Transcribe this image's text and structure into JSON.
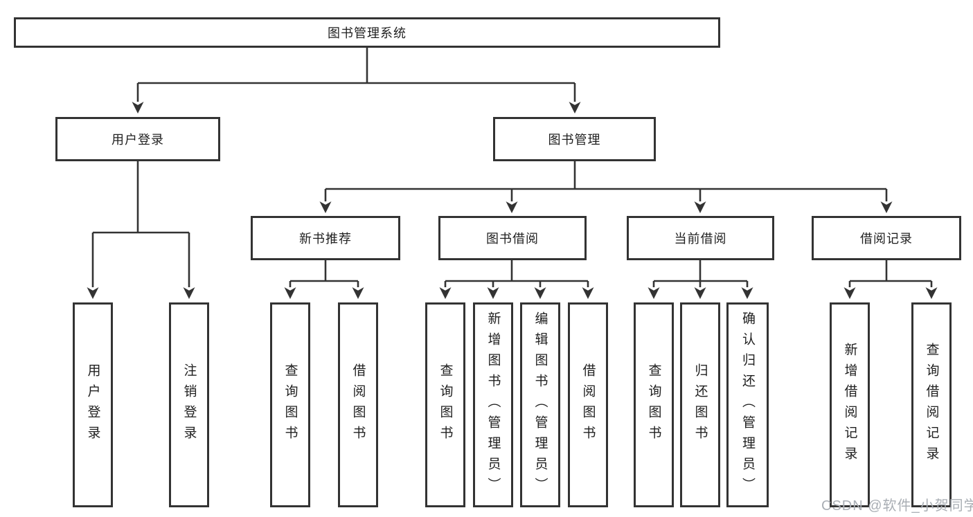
{
  "colors": {
    "line": "#333333",
    "box_border": "#333333",
    "text": "#1f1f1f",
    "watermark": "#a9aeb4",
    "background": "#ffffff"
  },
  "watermark": {
    "text": "CSDN @软件_小贺同学"
  },
  "tree": {
    "root": {
      "label": "图书管理系统"
    },
    "children": [
      {
        "label": "用户登录",
        "children": [
          {
            "label": "用户登录"
          },
          {
            "label": "注销登录"
          }
        ]
      },
      {
        "label": "图书管理",
        "children": [
          {
            "label": "新书推荐",
            "children": [
              {
                "label": "查询图书"
              },
              {
                "label": "借阅图书"
              }
            ]
          },
          {
            "label": "图书借阅",
            "children": [
              {
                "label": "查询图书"
              },
              {
                "label": "新增图书（管理员）"
              },
              {
                "label": "编辑图书（管理员）"
              },
              {
                "label": "借阅图书"
              }
            ]
          },
          {
            "label": "当前借阅",
            "children": [
              {
                "label": "查询图书"
              },
              {
                "label": "归还图书"
              },
              {
                "label": "确认归还（管理员）"
              }
            ]
          },
          {
            "label": "借阅记录",
            "children": [
              {
                "label": "新增借阅记录"
              },
              {
                "label": "查询借阅记录"
              }
            ]
          }
        ]
      }
    ]
  }
}
